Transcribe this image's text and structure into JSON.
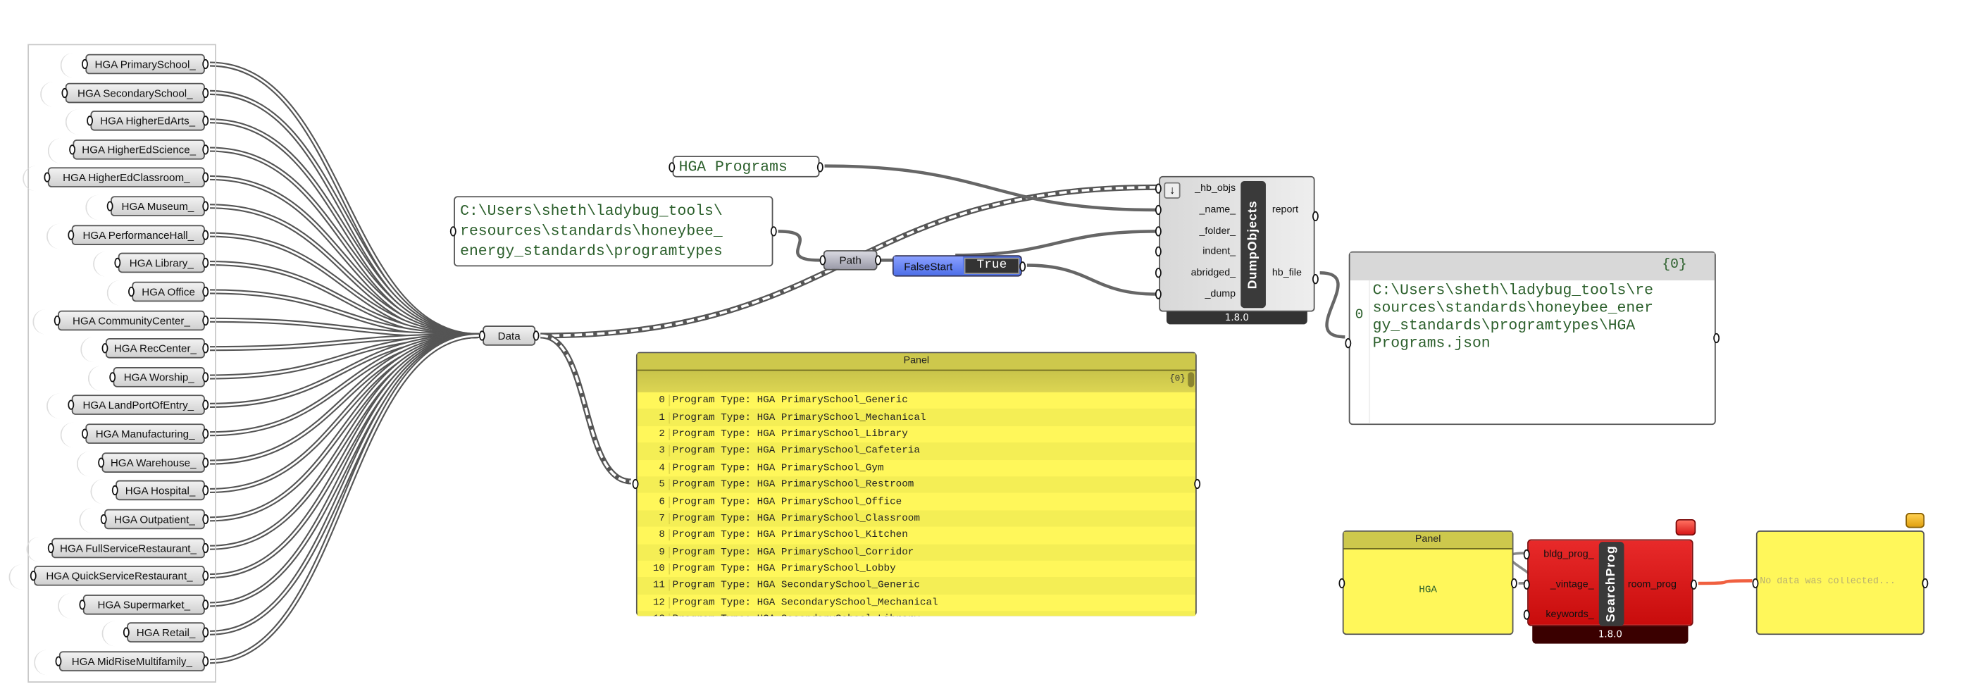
{
  "params": [
    "HGA PrimarySchool_",
    "HGA SecondarySchool_",
    "HGA HigherEdArts_",
    "HGA HigherEdScience_",
    "HGA HigherEdClassroom_",
    "HGA Museum_",
    "HGA PerformanceHall_",
    "HGA Library_",
    "HGA Office",
    "HGA CommunityCenter_",
    "HGA RecCenter_",
    "HGA Worship_",
    "HGA LandPortOfEntry_",
    "HGA Manufacturing_",
    "HGA Warehouse_",
    "HGA Hospital_",
    "HGA Outpatient_",
    "HGA FullServiceRestaurant_",
    "HGA QuickServiceRestaurant_",
    "HGA Supermarket_",
    "HGA Retail_",
    "HGA MidRiseMultifamily_"
  ],
  "data_param": "Data",
  "path_panel": {
    "lines": [
      "C:\\Users\\sheth\\ladybug_tools\\",
      "resources\\standards\\honeybee_",
      "energy_standards\\programtypes"
    ]
  },
  "name_panel": "HGA Programs",
  "path_param": "Path",
  "toggle": {
    "label": "FalseStart",
    "value": "True"
  },
  "dump": {
    "nickname": "DumpObjects",
    "inputs": [
      "_hb_objs",
      "_name_",
      "_folder_",
      "indent_",
      "abridged_",
      "_dump"
    ],
    "outputs": [
      "report",
      "hb_file"
    ],
    "version": "1.8.0"
  },
  "out_panel": {
    "branch": "{0}",
    "index": "0",
    "lines": [
      "C:\\Users\\sheth\\ladybug_tools\\re",
      "sources\\standards\\honeybee_ener",
      "gy_standards\\programtypes\\HGA",
      "Programs.json"
    ]
  },
  "list_panel": {
    "title": "Panel",
    "branch": "{0}",
    "rows": [
      "Program Type: HGA PrimarySchool_Generic",
      "Program Type: HGA PrimarySchool_Mechanical",
      "Program Type: HGA PrimarySchool_Library",
      "Program Type: HGA PrimarySchool_Cafeteria",
      "Program Type: HGA PrimarySchool_Gym",
      "Program Type: HGA PrimarySchool_Restroom",
      "Program Type: HGA PrimarySchool_Office",
      "Program Type: HGA PrimarySchool_Classroom",
      "Program Type: HGA PrimarySchool_Kitchen",
      "Program Type: HGA PrimarySchool_Corridor",
      "Program Type: HGA PrimarySchool_Lobby",
      "Program Type: HGA SecondarySchool_Generic",
      "Program Type: HGA SecondarySchool_Mechanical",
      "Program Type: HGA SecondarySchool_Library"
    ]
  },
  "hga_panel": {
    "title": "Panel",
    "value": "HGA"
  },
  "search": {
    "nickname": "SearchProg",
    "inputs": [
      "bldg_prog_",
      "_vintage_",
      "keywords_"
    ],
    "outputs": [
      "room_prog"
    ],
    "version": "1.8.0"
  },
  "empty_panel": {
    "value": "No data was collected..."
  },
  "colors": {
    "error": "#d81818",
    "panel_yellow": "#fff75a",
    "toggle_blue": "#5577ee"
  }
}
